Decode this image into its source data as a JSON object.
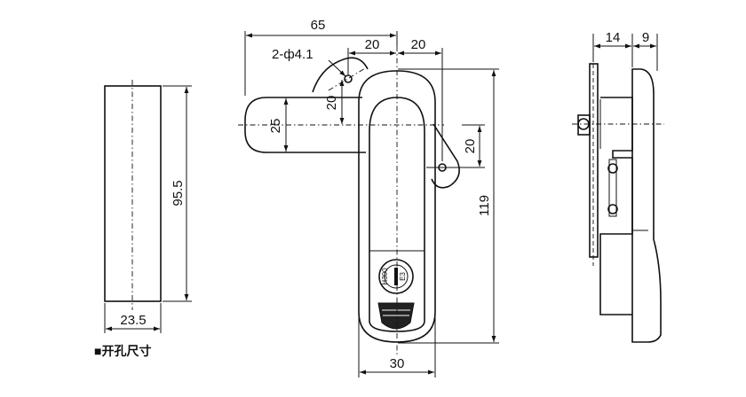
{
  "cutout": {
    "caption": "■开孔尺寸",
    "width_label": "23.5",
    "height_label": "95.5"
  },
  "front": {
    "overall_width_label": "65",
    "hole_note": "2-ф4.1",
    "offset_left_label": "20",
    "offset_right_label": "20",
    "hole_vertical_label": "20",
    "tab_height_label": "25",
    "pivot_spacing_label": "20",
    "total_height_label": "119",
    "body_width_label": "30",
    "lock_marking": "H300",
    "lock_marking_2": "E3"
  },
  "side": {
    "depth_label": "14",
    "flange_label": "9"
  }
}
